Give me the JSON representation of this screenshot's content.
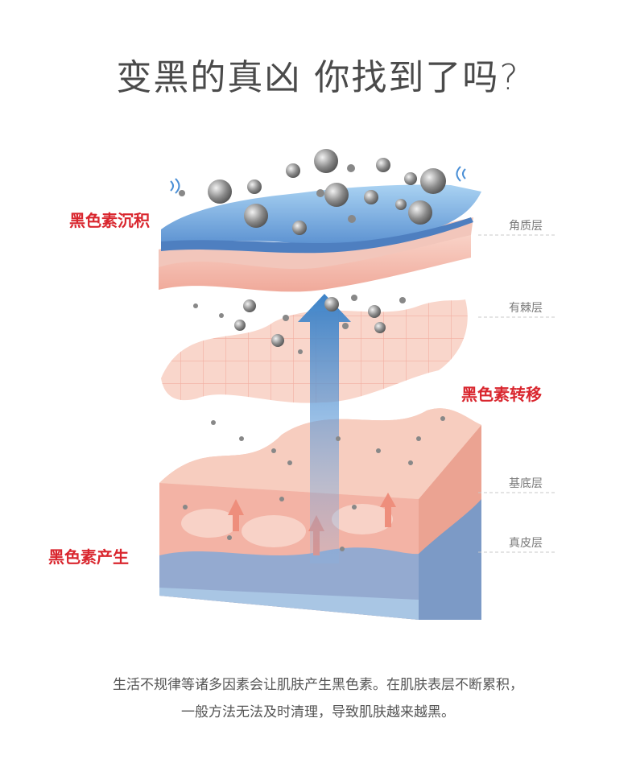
{
  "title": "变黑的真凶 你找到了吗?",
  "labels": {
    "deposit": "黑色素沉积",
    "transfer": "黑色素转移",
    "produce": "黑色素产生"
  },
  "layers": {
    "stratum_corneum": "角质层",
    "spinous": "有棘层",
    "basal": "基底层",
    "dermis": "真皮层"
  },
  "description": {
    "line1": "生活不规律等诸多因素会让肌肤产生黑色素。在肌肤表层不断累积，",
    "line2": "一般方法无法及时清理，导致肌肤越来越黑。"
  },
  "colors": {
    "accent_red": "#d9262e",
    "title_gray": "#4a4a4a",
    "skin_pink": "#f6c4b8",
    "dermis_blue": "#8aa8cf",
    "corneum_blue": "#6f9fd6"
  }
}
